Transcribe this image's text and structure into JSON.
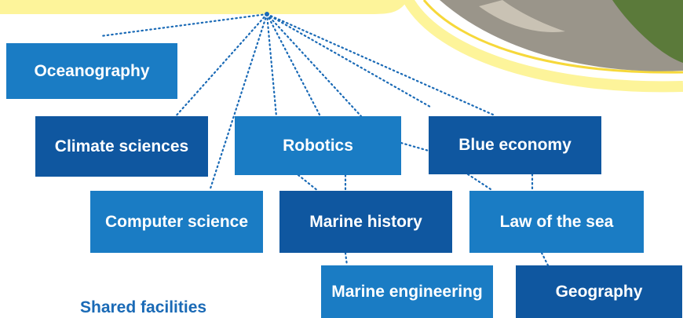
{
  "colors": {
    "banner_yellow": "#fdf49a",
    "banner_stroke": "#f6d83a",
    "box_light": "#1a7cc4",
    "box_dark": "#0f57a0",
    "connector": "#1a6ab6",
    "caption": "#1a6ab6"
  },
  "nodes": {
    "oceanography": "Oceanography",
    "climate_sciences": "Climate sciences",
    "robotics": "Robotics",
    "blue_economy": "Blue economy",
    "computer_science": "Computer science",
    "marine_history": "Marine history",
    "law_of_the_sea": "Law of the sea",
    "marine_engineering": "Marine engineering",
    "geography": "Geography"
  },
  "caption": "Shared facilities"
}
